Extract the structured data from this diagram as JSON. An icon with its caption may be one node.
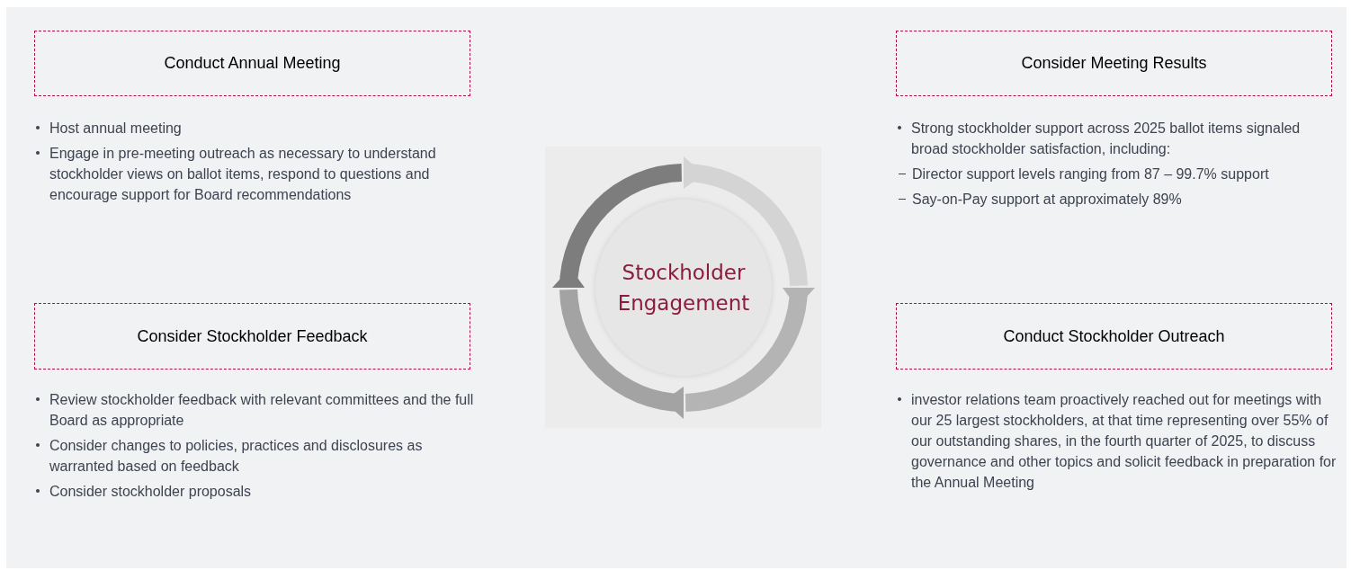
{
  "diagram": {
    "nodes": [
      {
        "text": [
          "Conduct Annual Meeting"
        ],
        "beside": [
          "Host annual meeting",
          "Engage in pre-meeting outreach as necessary to understand stockholder views on ballot items, respond to questions and encourage support for Board recommendations"
        ]
      },
      {
        "text": [
          "Consider Meeting Results"
        ],
        "beside": [
          "Strong stockholder support across 2025 ballot items signaled broad stockholder satisfaction, including:",
          "Director support levels ranging from 87 – 99.7% support",
          "Say-on-Pay support at approximately 89%"
        ]
      },
      {
        "text": [
          "Stockholder Engagement"
        ]
      },
      {
        "text": [
          "Consider Stockholder Feedback"
        ],
        "beside": [
          "Review stockholder feedback with relevant committees and the full Board as appropriate",
          "Consider changes to policies, practices and disclosures as warranted based on feedback",
          "Consider stockholder proposals"
        ]
      },
      {
        "text": [
          "Conduct Stockholder Outreach"
        ],
        "beside": [
          "investor relations team proactively reached out for meetings with our 25 largest stockholders, at that time representing over 55% of our outstanding shares, in the fourth quarter of 2025, to discuss governance and other topics and solicit feedback in preparation for the Annual Meeting"
        ]
      }
    ],
    "edges": []
  }
}
